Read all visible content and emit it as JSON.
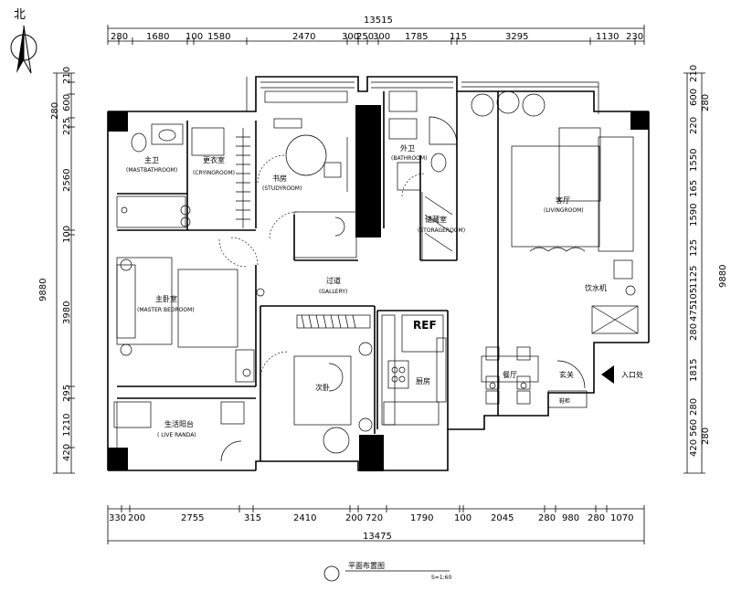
{
  "north_label": "北",
  "dims": {
    "top_total": "13515",
    "top": [
      "280",
      "1680",
      "100",
      "1580",
      "2470",
      "300",
      "250",
      "300",
      "1785",
      "115",
      "3295",
      "1130",
      "230"
    ],
    "bottom_total": "13475",
    "bottom": [
      "330",
      "200",
      "2755",
      "315",
      "2410",
      "200",
      "720",
      "1790",
      "100",
      "2045",
      "280",
      "980",
      "280",
      "1070"
    ],
    "left_total": "9880",
    "left": [
      "210",
      "280",
      "600",
      "225",
      "2560",
      "100",
      "3980",
      "295",
      "1210",
      "420"
    ],
    "right_total": "9880",
    "right": [
      "210",
      "600",
      "280",
      "220",
      "1550",
      "165",
      "1590",
      "125",
      "1125",
      "105",
      "475",
      "280",
      "1815",
      "280",
      "560",
      "420",
      "280"
    ]
  },
  "rooms": {
    "master_bath": {
      "cn": "主卫",
      "en": "(MASTBATHROOM)"
    },
    "crying_room": {
      "cn": "更衣室",
      "en": "(CRYINGROOM)"
    },
    "study": {
      "cn": "书房",
      "en": "(STUDYROOM)"
    },
    "bathroom": {
      "cn": "外卫",
      "en": "(BATHROOM)"
    },
    "storage": {
      "cn": "储藏室",
      "en": "(STORAGEROOM)"
    },
    "living": {
      "cn": "客厅",
      "en": "(LIVINGROOM)"
    },
    "gallery": {
      "cn": "过道",
      "en": "(GALLERY)"
    },
    "master_bed": {
      "cn": "主卧室",
      "en": "(MASTER BEDROOM)"
    },
    "second_bed": {
      "cn": "次卧"
    },
    "kitchen": {
      "cn": "厨房"
    },
    "dining": {
      "cn": "餐厅"
    },
    "foyer": {
      "cn": "玄关"
    },
    "shoe": {
      "cn": "鞋柜"
    },
    "balcony": {
      "cn": "生活阳台",
      "en": "( LIVE RANDA)"
    }
  },
  "labels": {
    "ref": "REF",
    "water_dispenser": "饮水机",
    "entrance": "入口处"
  },
  "title": {
    "text": "平面布置图",
    "scale": "S=1:60"
  }
}
